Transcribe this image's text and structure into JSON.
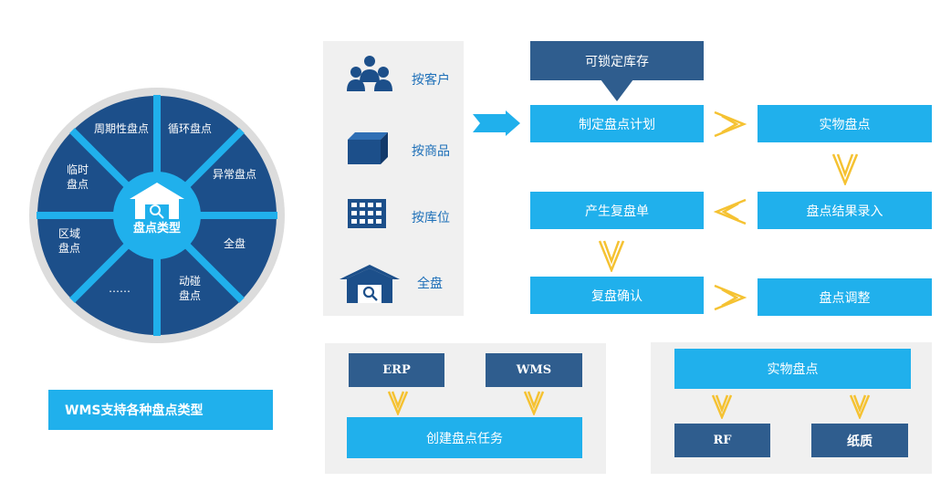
{
  "wheel": {
    "center_label": "盘点类型",
    "segments": [
      "周期性盘点",
      "循环盘点",
      "异常盘点",
      "全盘",
      "动碰盘点",
      "……",
      "区域盘点",
      "临时盘点"
    ]
  },
  "caption": "WMS支持各种盘点类型",
  "categories": [
    {
      "icon": "customers-icon",
      "label": "按客户"
    },
    {
      "icon": "product-box-icon",
      "label": "按商品"
    },
    {
      "icon": "storage-grid-icon",
      "label": "按库位"
    },
    {
      "icon": "warehouse-icon",
      "label": "全盘"
    }
  ],
  "flow": {
    "lock_label": "可锁定库存",
    "steps": [
      "制定盘点计划",
      "实物盘点",
      "盘点结果录入",
      "产生复盘单",
      "复盘确认",
      "盘点调整"
    ]
  },
  "task_panel": {
    "erp": "ERP",
    "wms": "WMS",
    "create": "创建盘点任务"
  },
  "physical_panel": {
    "title": "实物盘点",
    "rf": "RF",
    "paper": "纸质"
  },
  "colors": {
    "navy": "#1c4f8a",
    "cyan": "#20b0ec",
    "dark_box": "#2f5d8e",
    "chevron": "#f5c232",
    "panel": "#f0f0f0"
  }
}
